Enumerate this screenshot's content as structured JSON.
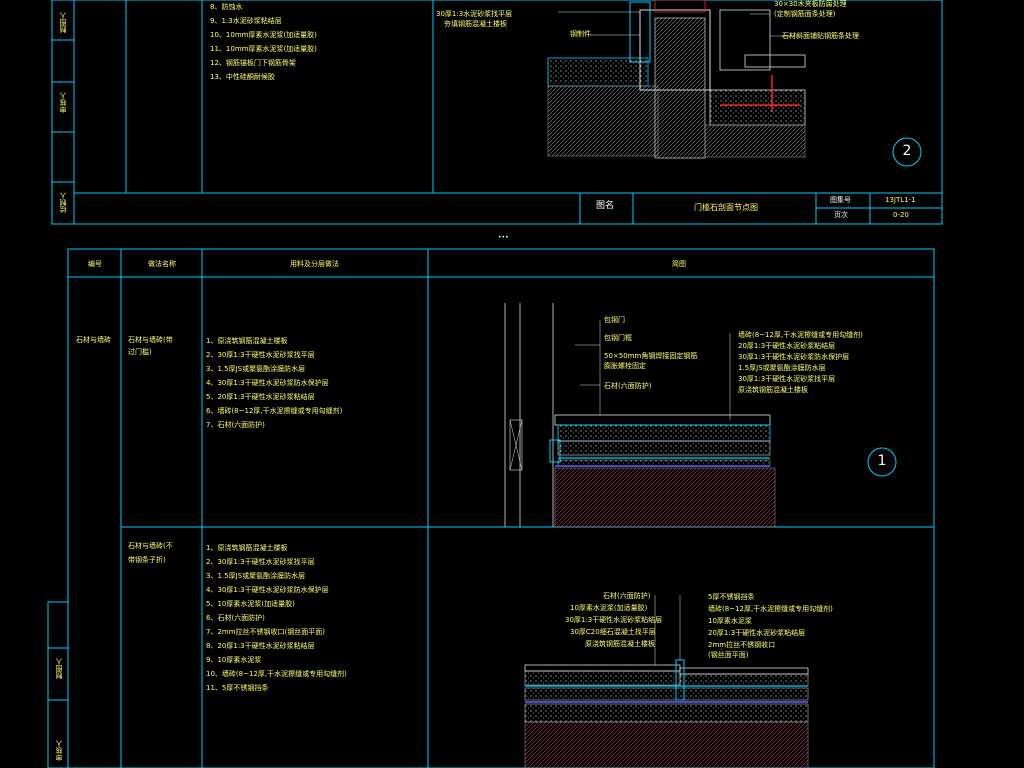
{
  "top_sheet": {
    "side_labels": [
      "制图人",
      "审核人",
      "绘制人"
    ],
    "steps": [
      "8、防蚀水",
      "9、1:3水泥砂浆粘结层",
      "10、10mm厚素水泥浆(加适量胶)",
      "11、10mm厚素水泥浆(加适量胶)",
      "12、钢筋锚板门下钢筋骨架",
      "13、中性硅酮耐候胶"
    ],
    "note_left": [
      "30厚1:3水泥砂浆找平层",
      "夯填钢筋混凝土楼板"
    ],
    "callouts": [
      "钢制件",
      "30×30木夹板防腐处理",
      "(定制钢筋面条处理)",
      "石材斜面铺贴钢筋条处理"
    ],
    "circle": "2",
    "title_block": {
      "label_name": "图名",
      "name": "门槛石剖面节点图",
      "label_no": "图集号",
      "no": "13JTL1-1",
      "label_page": "页次",
      "page": "0-20"
    }
  },
  "mid_mark": "•••",
  "bottom_sheet": {
    "header": {
      "col1": "编号",
      "col2": "做法名称",
      "col3": "用料及分层做法",
      "col4": "简图"
    },
    "row_name": "石材与墙砖",
    "row1": {
      "title_lines": [
        "石材与墙砖(带",
        "过门槛)"
      ],
      "steps": [
        "1、原浇筑钢筋混凝土楼板",
        "2、30厚1:3干硬性水泥砂浆找平层",
        "3、1.5厚JS或聚氨酯涂膜防水层",
        "4、30厚1:3干硬性水泥砂浆防水保护层",
        "5、20厚1:3干硬性水泥砂浆粘结层",
        "6、墙砖(8~12厚,干水泥擦缝或专用勾缝剂)",
        "7、石材(六面防护)"
      ],
      "callouts_left": [
        "包钢门",
        "包钢门框",
        "50×50mm角钢焊接固定钢筋",
        "膨胀螺栓固定",
        "石材(六面防护)"
      ],
      "callouts_right": [
        "墙砖(8~12厚,干水泥擦缝或专用勾缝剂)",
        "20厚1:3干硬性水泥砂浆粘结层",
        "30厚1:3干硬性水泥砂浆防水保护层",
        "1.5厚JS或聚氨酯涂膜防水层",
        "30厚1:3干硬性水泥砂浆找平层",
        "原浇筑钢筋混凝土楼板"
      ],
      "circle": "1"
    },
    "row2": {
      "title_lines": [
        "石材与墙砖(不",
        "带钢条子折)"
      ],
      "steps": [
        "1、原浇筑钢筋混凝土楼板",
        "2、30厚1:3干硬性水泥砂浆找平层",
        "3、1.5厚JS或聚氨酯涂膜防水层",
        "4、30厚1:3干硬性水泥砂浆防水保护层",
        "5、10厚素水泥浆(加适量胶)",
        "6、石材(六面防护)",
        "7、2mm拉丝不锈钢收口(钢丝面平面)",
        "8、20厚1:3干硬性水泥砂浆粘结层",
        "9、10厚素水泥浆",
        "10、墙砖(8~12厚,干水泥擦缝或专用勾缝剂)",
        "11、5厚不锈钢挡条"
      ],
      "callouts_left": [
        "石材(六面防护)",
        "10厚素水泥浆(加适量胶)",
        "30厚1:3干硬性水泥砂浆粘结层",
        "30厚C20细石混凝土找平层",
        "原浇筑钢筋混凝土楼板"
      ],
      "callouts_right": [
        "5厚不锈钢挡条",
        "墙砖(8~12厚,干水泥擦缝或专用勾缝剂)",
        "10厚素水泥浆",
        "20厚1:3干硬性水泥砂浆粘结层",
        "2mm拉丝不锈钢收口",
        "(钢丝面平面)"
      ]
    },
    "side_labels": [
      "制图人",
      "审核人"
    ]
  },
  "colors": {
    "frame": "#00ccff",
    "white_text": "#ffffff",
    "yellow_text": "#ffff66",
    "red": "#ff2020"
  }
}
